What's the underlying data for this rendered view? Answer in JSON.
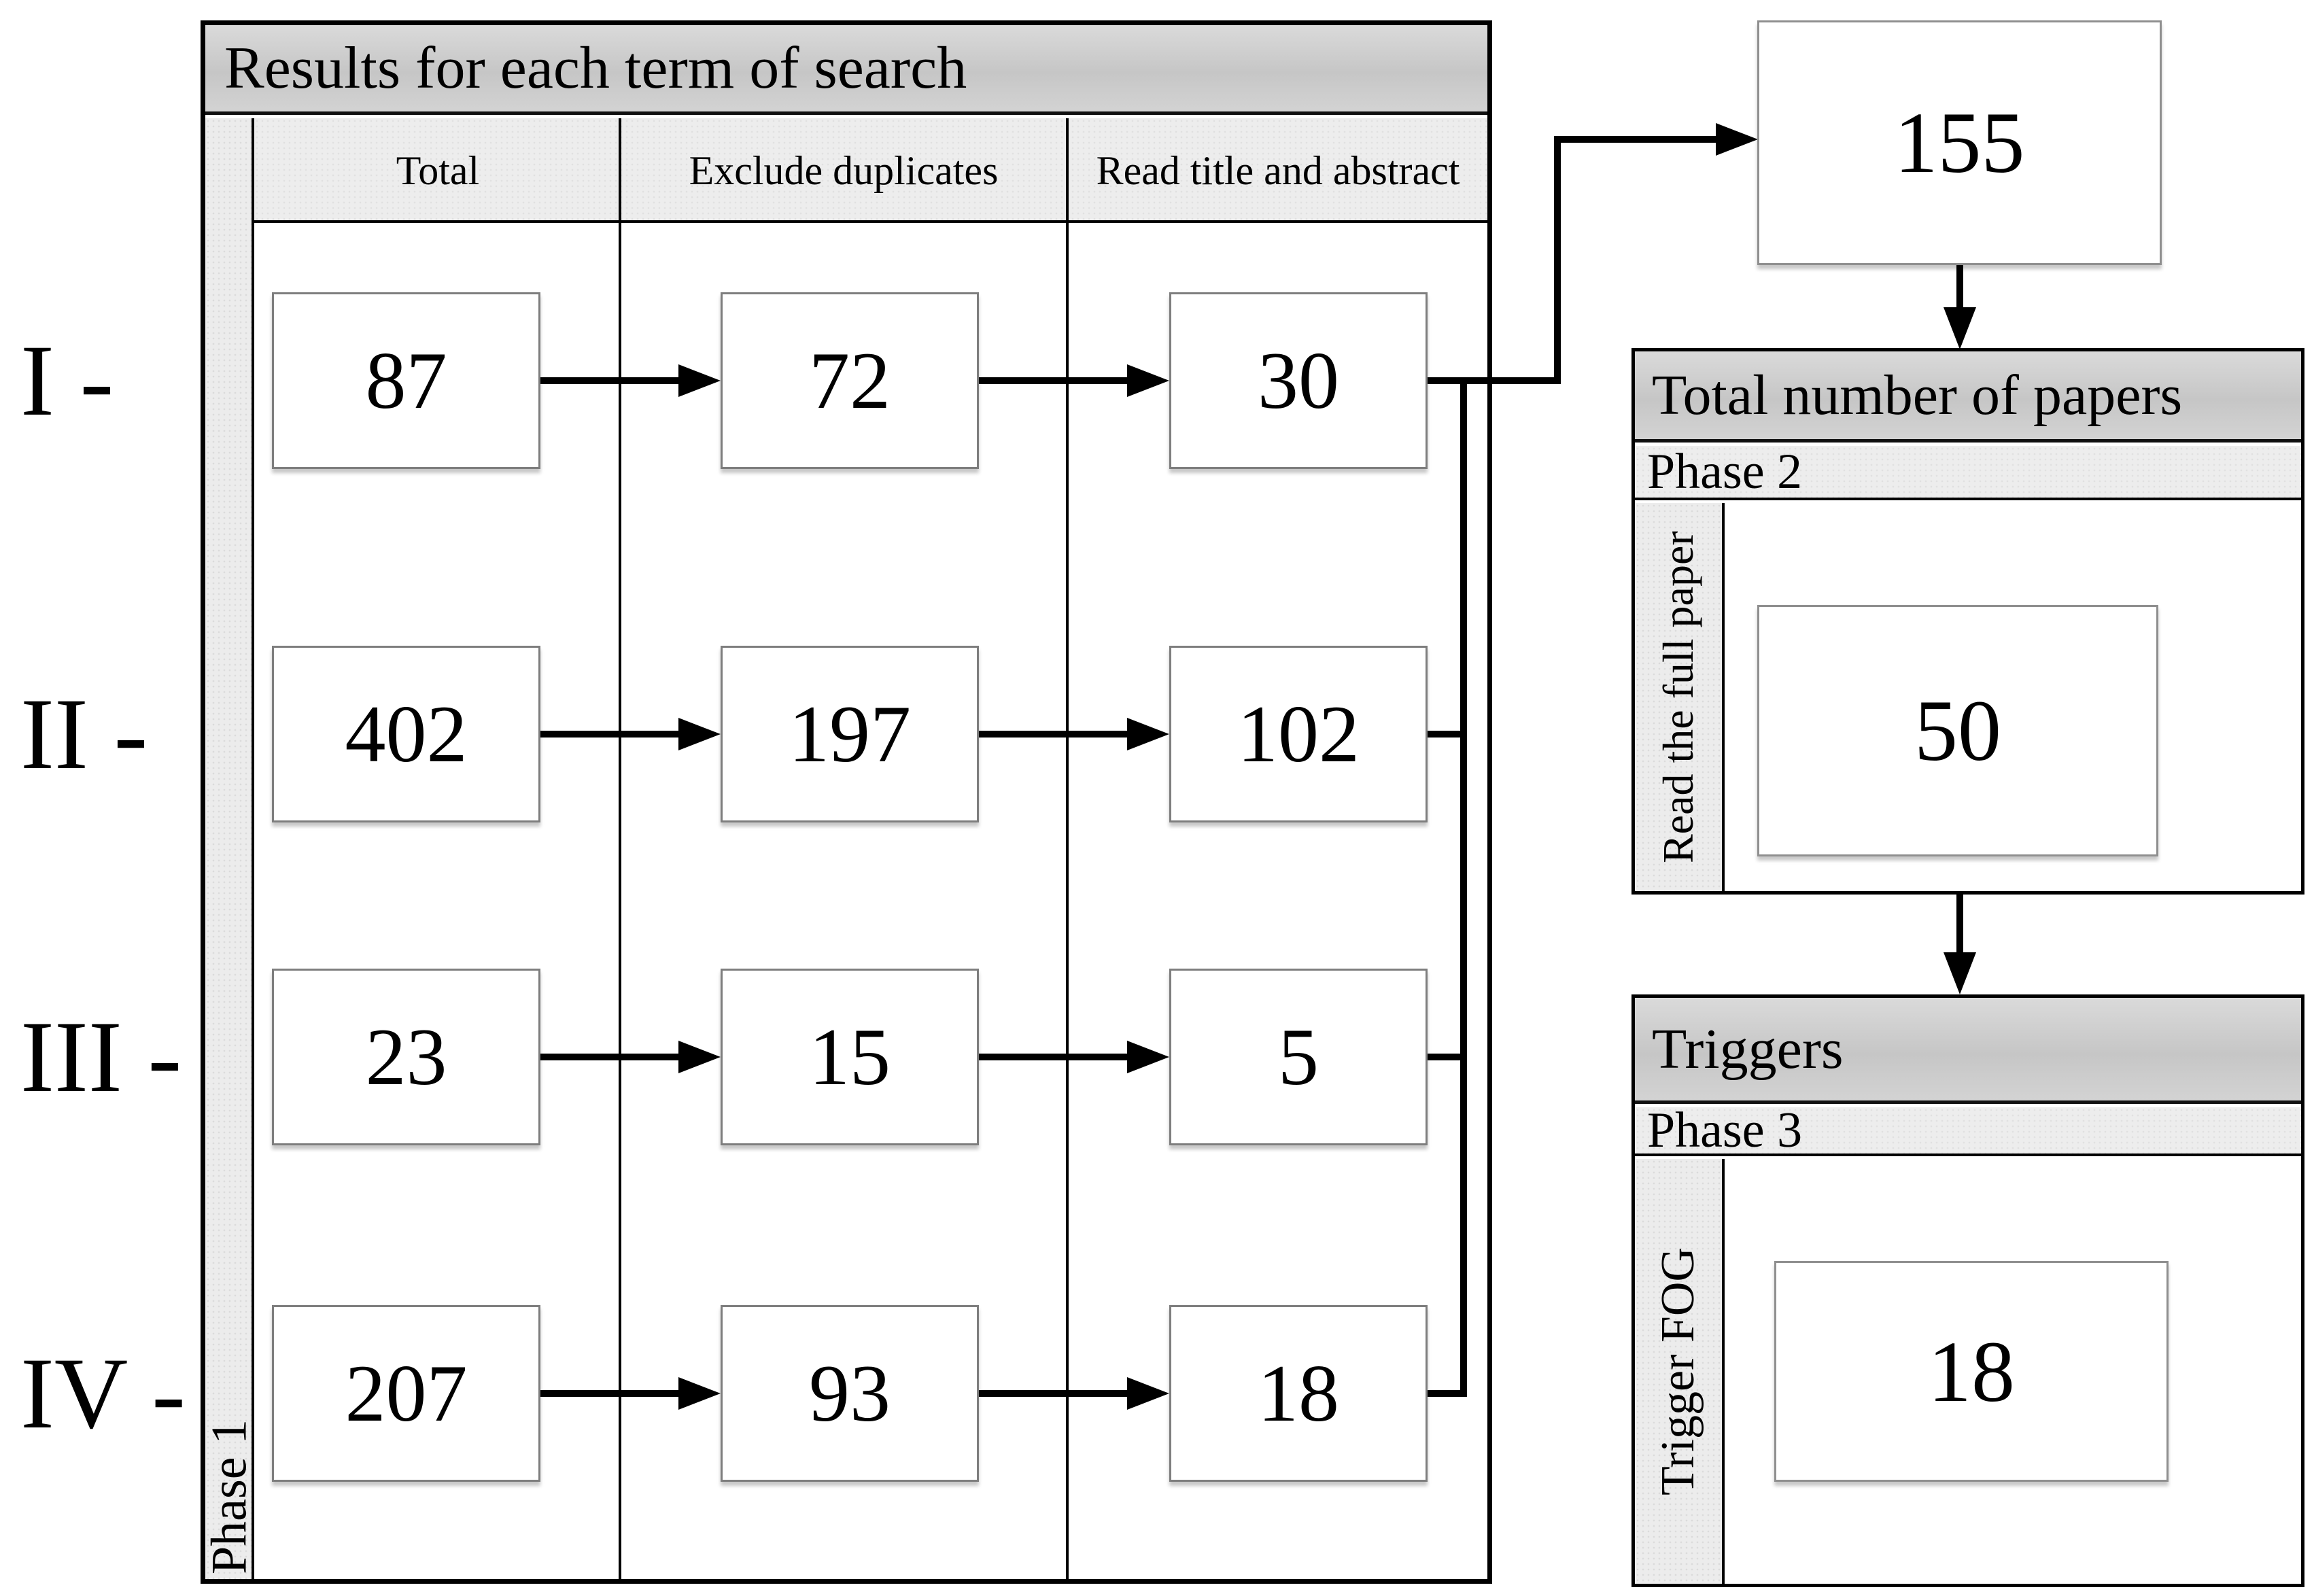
{
  "search_table": {
    "title": "Results for each term of search",
    "phase_label": "Phase 1",
    "columns": [
      "Total",
      "Exclude duplicates",
      "Read title and abstract"
    ],
    "rows": [
      {
        "label": "I -",
        "values": [
          "87",
          "72",
          "30"
        ]
      },
      {
        "label": "II -",
        "values": [
          "402",
          "197",
          "102"
        ]
      },
      {
        "label": "III -",
        "values": [
          "23",
          "15",
          "5"
        ]
      },
      {
        "label": "IV -",
        "values": [
          "207",
          "93",
          "18"
        ]
      }
    ]
  },
  "totals": {
    "selected_papers": "155"
  },
  "phase2": {
    "title": "Total number of papers",
    "phase_label": "Phase 2",
    "side_label": "Read the full paper",
    "value": "50"
  },
  "phase3": {
    "title": "Triggers",
    "phase_label": "Phase 3",
    "side_label": "Trigger FOG",
    "value": "18"
  },
  "colors": {
    "header_fill_top": "#dadada",
    "header_fill_mid": "#c6c6c6",
    "subheader_fill": "#ededed",
    "strip_fill": "#ececec",
    "line": "#000000",
    "thin_box_border": "#7e7e7e"
  }
}
